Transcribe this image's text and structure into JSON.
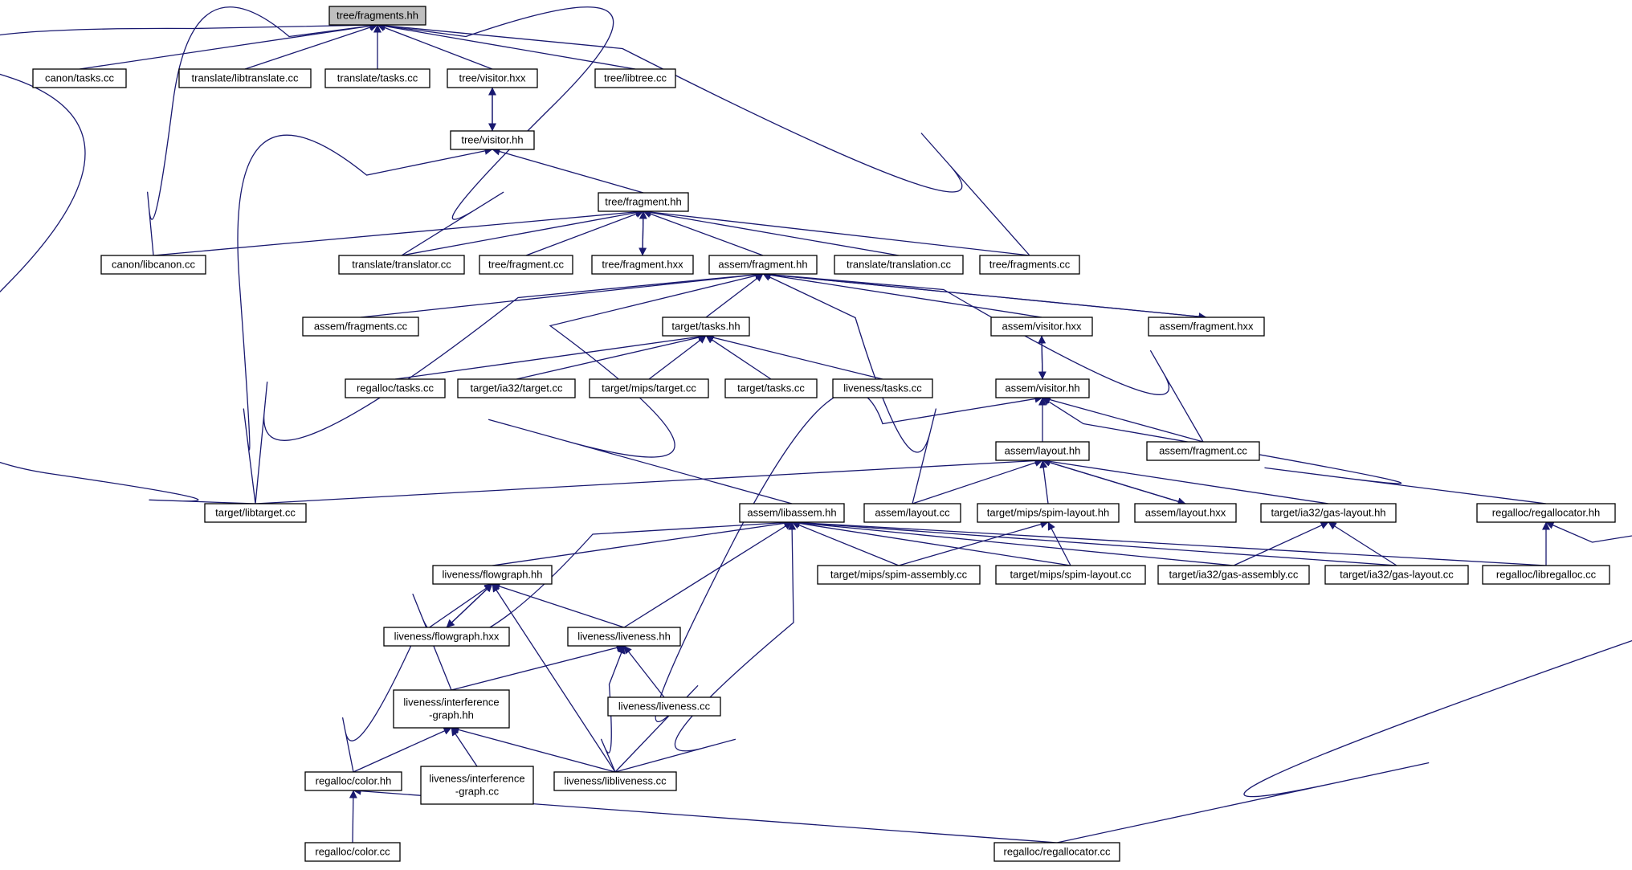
{
  "diagram": {
    "edge_color": "#191970",
    "root_fill": "#bfbfbf",
    "nodes": [
      {
        "id": "fragments_hh",
        "lines": [
          "tree/fragments.hh"
        ],
        "root": true
      },
      {
        "id": "canon_tasks_cc",
        "lines": [
          "canon/tasks.cc"
        ]
      },
      {
        "id": "translate_libtranslate_cc",
        "lines": [
          "translate/libtranslate.cc"
        ]
      },
      {
        "id": "translate_tasks_cc",
        "lines": [
          "translate/tasks.cc"
        ]
      },
      {
        "id": "tree_visitor_hxx",
        "lines": [
          "tree/visitor.hxx"
        ]
      },
      {
        "id": "tree_libtree_cc",
        "lines": [
          "tree/libtree.cc"
        ]
      },
      {
        "id": "tree_visitor_hh",
        "lines": [
          "tree/visitor.hh"
        ]
      },
      {
        "id": "tree_fragment_hh",
        "lines": [
          "tree/fragment.hh"
        ]
      },
      {
        "id": "canon_libcanon_cc",
        "lines": [
          "canon/libcanon.cc"
        ]
      },
      {
        "id": "translate_translator_cc",
        "lines": [
          "translate/translator.cc"
        ]
      },
      {
        "id": "tree_fragment_cc",
        "lines": [
          "tree/fragment.cc"
        ]
      },
      {
        "id": "tree_fragment_hxx",
        "lines": [
          "tree/fragment.hxx"
        ]
      },
      {
        "id": "assem_fragment_hh",
        "lines": [
          "assem/fragment.hh"
        ]
      },
      {
        "id": "translate_translation_cc",
        "lines": [
          "translate/translation.cc"
        ]
      },
      {
        "id": "tree_fragments_cc",
        "lines": [
          "tree/fragments.cc"
        ]
      },
      {
        "id": "assem_fragments_cc",
        "lines": [
          "assem/fragments.cc"
        ]
      },
      {
        "id": "target_tasks_hh",
        "lines": [
          "target/tasks.hh"
        ]
      },
      {
        "id": "assem_visitor_hxx",
        "lines": [
          "assem/visitor.hxx"
        ]
      },
      {
        "id": "assem_fragment_hxx",
        "lines": [
          "assem/fragment.hxx"
        ]
      },
      {
        "id": "regalloc_tasks_cc",
        "lines": [
          "regalloc/tasks.cc"
        ]
      },
      {
        "id": "target_ia32_target_cc",
        "lines": [
          "target/ia32/target.cc"
        ]
      },
      {
        "id": "target_mips_target_cc",
        "lines": [
          "target/mips/target.cc"
        ]
      },
      {
        "id": "target_tasks_cc",
        "lines": [
          "target/tasks.cc"
        ]
      },
      {
        "id": "liveness_tasks_cc",
        "lines": [
          "liveness/tasks.cc"
        ]
      },
      {
        "id": "assem_visitor_hh",
        "lines": [
          "assem/visitor.hh"
        ]
      },
      {
        "id": "assem_layout_hh",
        "lines": [
          "assem/layout.hh"
        ]
      },
      {
        "id": "assem_fragment_cc",
        "lines": [
          "assem/fragment.cc"
        ]
      },
      {
        "id": "target_libtarget_cc",
        "lines": [
          "target/libtarget.cc"
        ]
      },
      {
        "id": "assem_libassem_hh",
        "lines": [
          "assem/libassem.hh"
        ]
      },
      {
        "id": "assem_layout_cc",
        "lines": [
          "assem/layout.cc"
        ]
      },
      {
        "id": "target_mips_spim_layout_hh",
        "lines": [
          "target/mips/spim-layout.hh"
        ]
      },
      {
        "id": "assem_layout_hxx",
        "lines": [
          "assem/layout.hxx"
        ]
      },
      {
        "id": "target_ia32_gas_layout_hh",
        "lines": [
          "target/ia32/gas-layout.hh"
        ]
      },
      {
        "id": "regalloc_regallocator_hh",
        "lines": [
          "regalloc/regallocator.hh"
        ]
      },
      {
        "id": "liveness_flowgraph_hh",
        "lines": [
          "liveness/flowgraph.hh"
        ]
      },
      {
        "id": "target_mips_spim_assembly_cc",
        "lines": [
          "target/mips/spim-assembly.cc"
        ]
      },
      {
        "id": "target_mips_spim_layout_cc",
        "lines": [
          "target/mips/spim-layout.cc"
        ]
      },
      {
        "id": "target_ia32_gas_assembly_cc",
        "lines": [
          "target/ia32/gas-assembly.cc"
        ]
      },
      {
        "id": "target_ia32_gas_layout_cc",
        "lines": [
          "target/ia32/gas-layout.cc"
        ]
      },
      {
        "id": "regalloc_libregalloc_cc",
        "lines": [
          "regalloc/libregalloc.cc"
        ]
      },
      {
        "id": "liveness_flowgraph_hxx",
        "lines": [
          "liveness/flowgraph.hxx"
        ]
      },
      {
        "id": "liveness_liveness_hh",
        "lines": [
          "liveness/liveness.hh"
        ]
      },
      {
        "id": "liveness_liveness_cc",
        "lines": [
          "liveness/liveness.cc"
        ]
      },
      {
        "id": "liveness_interference_graph_hh",
        "lines": [
          "liveness/interference",
          "-graph.hh"
        ]
      },
      {
        "id": "regalloc_color_hh",
        "lines": [
          "regalloc/color.hh"
        ]
      },
      {
        "id": "liveness_interference_graph_cc",
        "lines": [
          "liveness/interference",
          "-graph.cc"
        ]
      },
      {
        "id": "liveness_libliveness_cc",
        "lines": [
          "liveness/libliveness.cc"
        ]
      },
      {
        "id": "regalloc_color_cc",
        "lines": [
          "regalloc/color.cc"
        ]
      },
      {
        "id": "regalloc_regallocator_cc",
        "lines": [
          "regalloc/regallocator.cc"
        ]
      }
    ]
  }
}
